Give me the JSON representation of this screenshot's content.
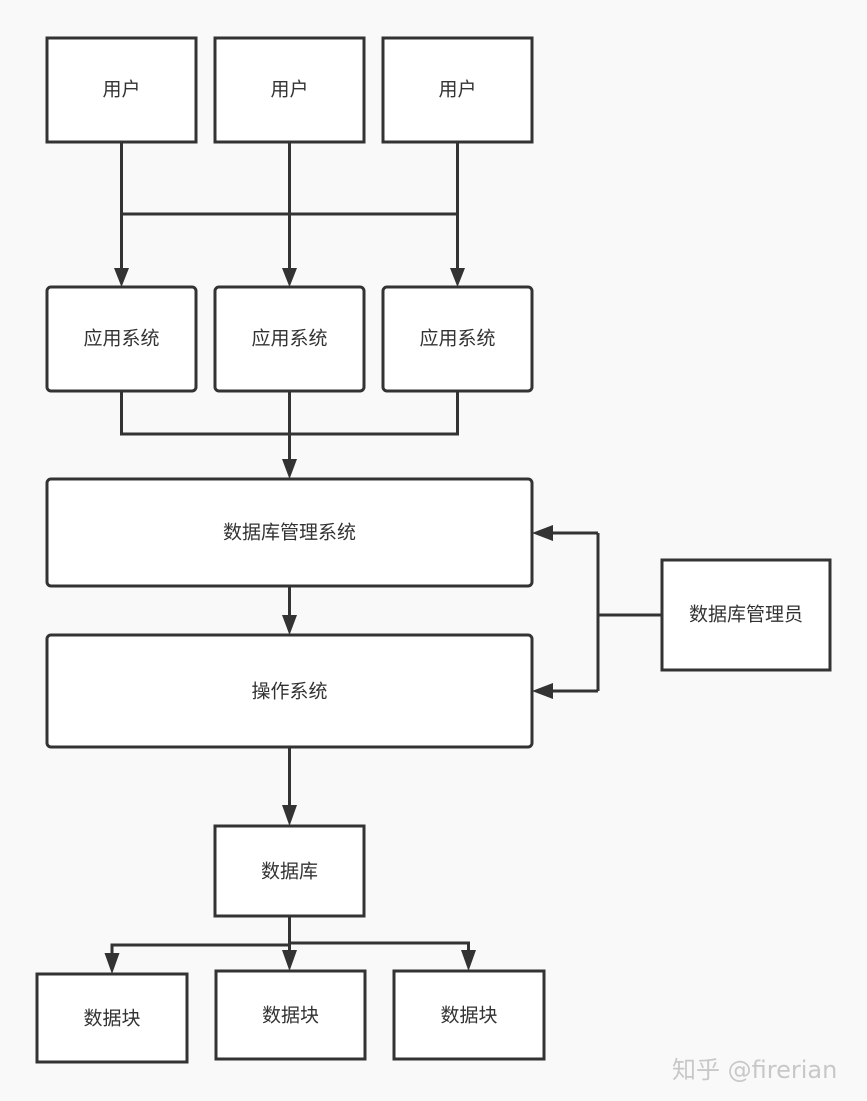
{
  "diagram": {
    "users": [
      "用户",
      "用户",
      "用户"
    ],
    "apps": [
      "应用系统",
      "应用系统",
      "应用系统"
    ],
    "dbms": "数据库管理系统",
    "os": "操作系统",
    "dba": "数据库管理员",
    "database": "数据库",
    "blocks": [
      "数据块",
      "数据块",
      "数据块"
    ]
  },
  "watermark": "知乎 @firerian",
  "colors": {
    "stroke": "#333333",
    "background": "#f9f9f9",
    "watermark": "#c8c8c8"
  }
}
